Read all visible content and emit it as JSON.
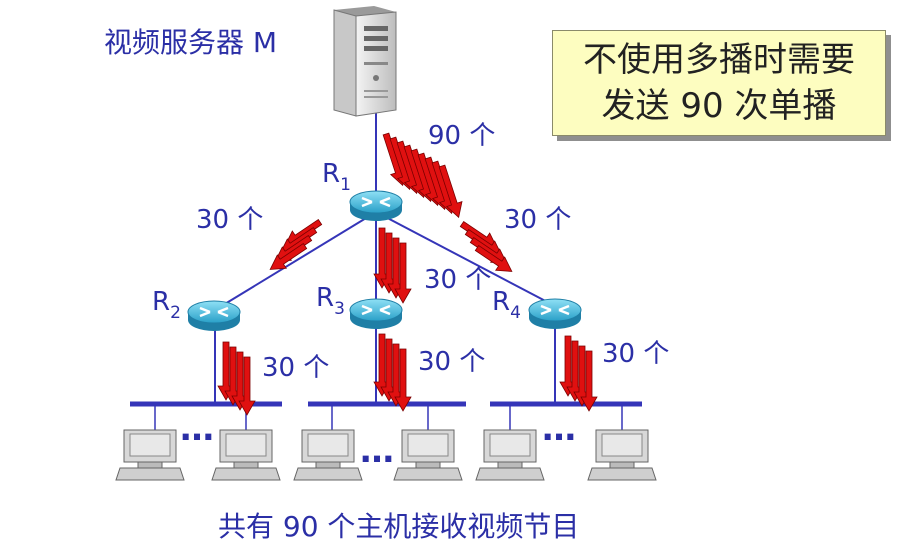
{
  "server": {
    "label": "视频服务器 M"
  },
  "note": {
    "line1": "不使用多播时需要",
    "line2": "发送 90 次单播"
  },
  "routers": [
    {
      "name": "R",
      "sub": "1"
    },
    {
      "name": "R",
      "sub": "2"
    },
    {
      "name": "R",
      "sub": "3"
    },
    {
      "name": "R",
      "sub": "4"
    }
  ],
  "flows": {
    "server_r1": "90 个",
    "r1_r2": "30 个",
    "r1_r3": "30 个",
    "r1_r4": "30 个",
    "lan_r2": "30 个",
    "lan_r3": "30 个",
    "lan_r4": "30 个"
  },
  "ellipsis": "…",
  "caption": "共有 90 个主机接收视频节目",
  "colors": {
    "link": "#3535b8",
    "arrow": "#e01010",
    "router": "#2aa0c8",
    "text": "#2b2fa6",
    "note_bg": "#fdfdc0"
  }
}
